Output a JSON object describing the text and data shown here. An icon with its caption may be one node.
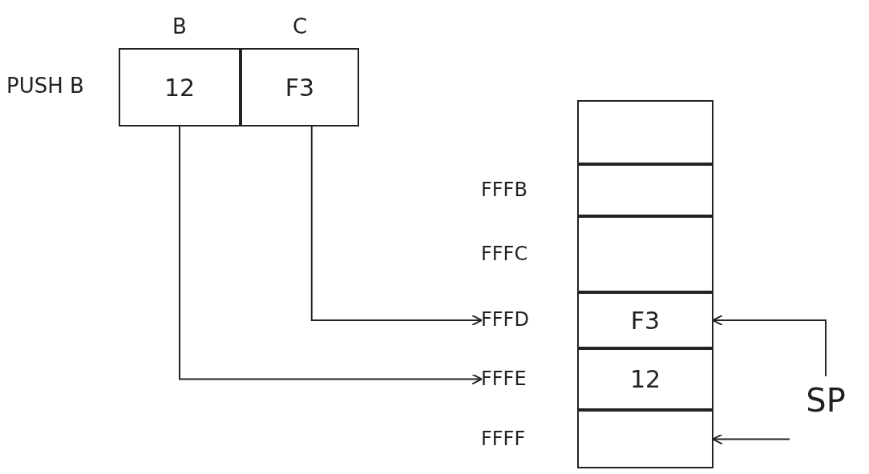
{
  "diagram": {
    "nodes": [
      {
        "text": [
          "B",
          "12"
        ]
      },
      {
        "text": [
          "C",
          "F3"
        ]
      },
      {
        "text": [],
        "shape": "box"
      },
      {
        "text": [],
        "shape": "box",
        "beside": [
          "FFFB"
        ]
      },
      {
        "text": [],
        "shape": "box",
        "beside": [
          "FFFC"
        ]
      },
      {
        "text": [
          "F3"
        ],
        "beside": [
          "FFFD"
        ]
      },
      {
        "text": [
          "12"
        ],
        "beside": [
          "FFFE"
        ]
      },
      {
        "text": [],
        "shape": "box",
        "beside": [
          "FFFF"
        ]
      },
      {
        "text": [
          "SP"
        ]
      }
    ],
    "edges": [
      {
        "from": 0,
        "to": 6,
        "arrow": "to"
      },
      {
        "from": 1,
        "to": 5,
        "arrow": "to"
      },
      {
        "from": 8,
        "to": 5,
        "arrow": "to"
      },
      {
        "from": 8,
        "to": 7,
        "arrow": "to"
      }
    ],
    "labels": [
      "PUSH B"
    ]
  }
}
